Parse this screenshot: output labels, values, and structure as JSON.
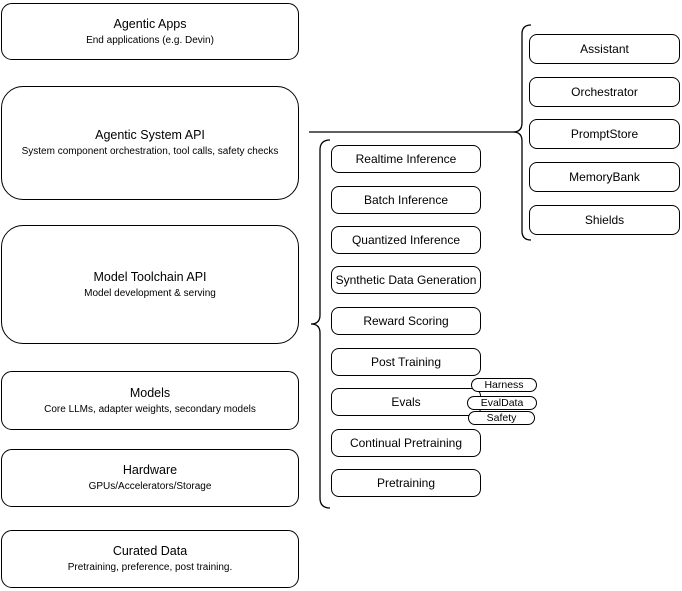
{
  "diagram": {
    "left_column": [
      {
        "title": "Agentic Apps",
        "subtitle": "End applications (e.g. Devin)"
      },
      {
        "title": "Agentic System API",
        "subtitle": "System component orchestration, tool calls, safety checks"
      },
      {
        "title": "Model Toolchain API",
        "subtitle": "Model development & serving"
      },
      {
        "title": "Models",
        "subtitle": "Core LLMs, adapter weights, secondary models"
      },
      {
        "title": "Hardware",
        "subtitle": "GPUs/Accelerators/Storage"
      },
      {
        "title": "Curated Data",
        "subtitle": "Pretraining, preference, post training."
      }
    ],
    "middle_column": [
      "Realtime Inference",
      "Batch Inference",
      "Quantized Inference",
      "Synthetic Data Generation",
      "Reward Scoring",
      "Post Training",
      "Evals",
      "Continual Pretraining",
      "Pretraining"
    ],
    "eval_tags": [
      "Harness",
      "EvalData",
      "Safety"
    ],
    "right_column": [
      "Assistant",
      "Orchestrator",
      "PromptStore",
      "MemoryBank",
      "Shields"
    ],
    "colors": {
      "stroke": "#000000",
      "fill": "#ffffff",
      "text": "#000000",
      "background": "#ffffff"
    }
  }
}
